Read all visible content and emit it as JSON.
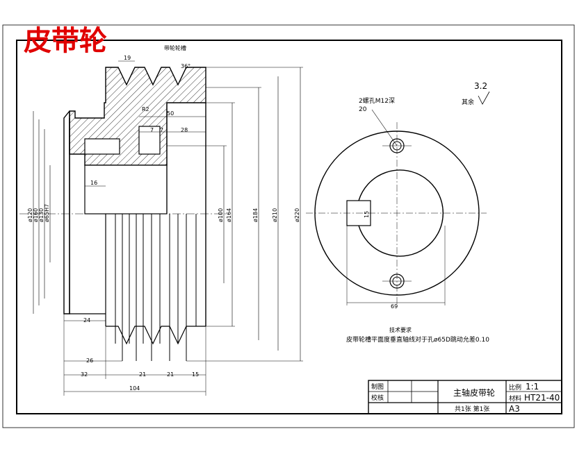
{
  "header": {
    "title": "皮带轮",
    "title_color": "#e00000"
  },
  "left_view": {
    "top_labels": {
      "groove_pitch": "19",
      "groove_label": "带轮轮槽",
      "angle": "36°"
    },
    "dims": {
      "chamfer": "R2",
      "w50": "50",
      "w7a": "7",
      "w7b": "7",
      "w28": "28",
      "w16": "16",
      "w24": "24",
      "w26": "26",
      "w32": "32",
      "w21a": "21",
      "w21b": "21",
      "w15": "15",
      "w104": "104",
      "d120": "ø120",
      "d160": "ø160",
      "d130": "ø130",
      "d65": "ø65H7",
      "d100": "ø100",
      "d164": "ø164",
      "d184": "ø184",
      "d210": "ø210",
      "d220": "ø220"
    }
  },
  "right_view": {
    "holes_note": "2螺孔M12深",
    "holes_depth": "20",
    "roughness_label": "其余",
    "roughness_value": "3.2",
    "key_width": "15",
    "key_dim": "69"
  },
  "tech_notes": {
    "title": "技术要求",
    "line": "皮带轮槽平面度垂直轴线对于孔ø65D跳动允差0.10"
  },
  "title_block": {
    "made_by": "制图",
    "checked_by": "校核",
    "part_name": "主轴皮带轮",
    "scale_label": "比例",
    "scale_value": "1:1",
    "material_label": "材料",
    "material_value": "HT21-40",
    "sheets": "共1张  第1张",
    "size": "A3"
  }
}
